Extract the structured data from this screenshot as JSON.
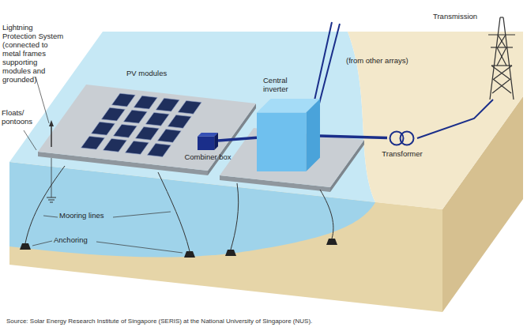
{
  "diagram": {
    "caption": "Source: Solar Energy Research Institute of Singapore (SERIS) at the National University of Singapore (NUS).",
    "nodes": [
      {
        "text": [
          "Combiner box"
        ]
      },
      {
        "text": [
          "Central inverter"
        ]
      },
      {
        "text": [
          "Transformer"
        ]
      }
    ],
    "edges": [
      {
        "from": 0,
        "to": 1,
        "arrow": "none"
      },
      {
        "from": 1,
        "to": 2,
        "arrow": "none"
      }
    ],
    "labels": [
      "Transmission",
      "Lightning Protection System (connected to metal frames supporting modules and grounded)",
      "PV modules",
      "(from other arrays)",
      "Floats/ pontoons",
      "Mooring lines",
      "Anchoring"
    ]
  }
}
